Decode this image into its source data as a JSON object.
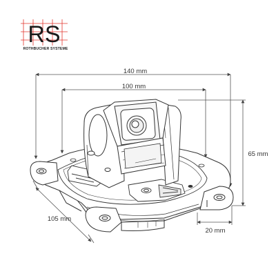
{
  "brand": {
    "logo_letters": "RS",
    "name": "ROTHBUCHER SYSTEME",
    "grid_color": "#e2342d",
    "letter_color": "#1a1a1a"
  },
  "dimensions": {
    "overall_width": "140 mm",
    "mount_width": "100 mm",
    "height": "65 mm",
    "depth": "105 mm",
    "foot": "20 mm"
  },
  "colors": {
    "line": "#333333",
    "dim_line": "#555555",
    "fill": "#ffffff",
    "shade": "#e8e8e8"
  }
}
